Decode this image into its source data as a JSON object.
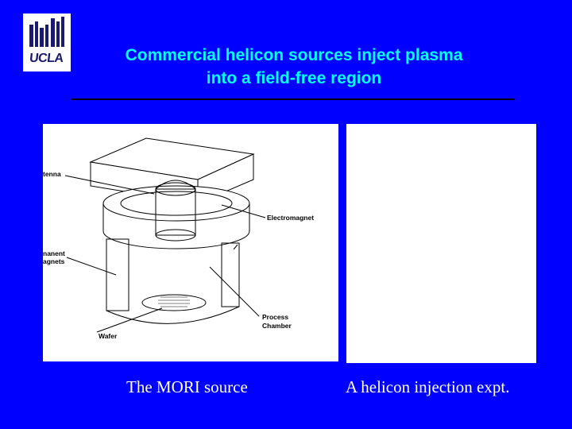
{
  "logo": {
    "text": "UCLA"
  },
  "title": {
    "line1": "Commercial helicon sources inject plasma",
    "line2": "into a field-free region"
  },
  "figure_left": {
    "labels": {
      "antenna": "tenna",
      "electromagnet": "Electromagnet",
      "permanent_1": "nanent",
      "permanent_2": "agnets",
      "process_1": "Process",
      "process_2": "Chamber",
      "wafer": "Wafer"
    }
  },
  "captions": {
    "left": "The MORI source",
    "right": "A helicon injection expt."
  },
  "colors": {
    "background": "#0000ff",
    "title": "#00ffff",
    "caption": "#ffffff"
  }
}
